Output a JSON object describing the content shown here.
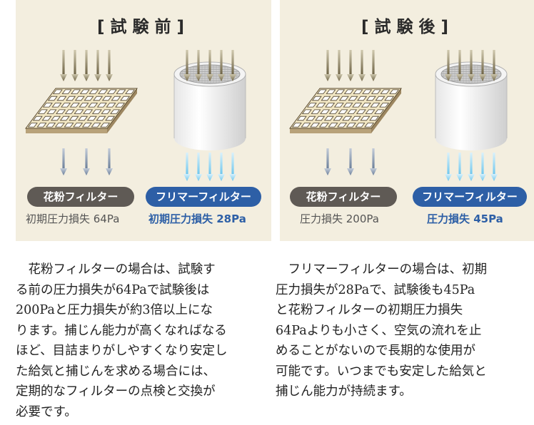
{
  "panels": [
    {
      "title": "[試験前]",
      "pollen_label": "花粉フィルター",
      "flimer_label": "フリマーフィルター",
      "pollen_loss": "初期圧力損失 64Pa",
      "flimer_loss": "初期圧力損失 28Pa"
    },
    {
      "title": "[試験後]",
      "pollen_label": "花粉フィルター",
      "flimer_label": "フリマーフィルター",
      "pollen_loss": "圧力損失 200Pa",
      "flimer_loss": "圧力損失 45Pa"
    }
  ],
  "colors": {
    "panel_bg": "#f3eedf",
    "pollen_pill": "#5f5a55",
    "flimer_pill": "#2d5fa6",
    "arrow_in": "#6d6244",
    "arrow_out_pollen": "#6a7e99",
    "arrow_out_flimer": "#6cc6ee"
  },
  "icons": [
    "down-arrow-icon",
    "pollen-filter-icon",
    "cylinder-filter-icon"
  ],
  "paragraphs": {
    "left": [
      "　花粉フィルターの場合は、試験す",
      "る前の圧力損失が64Paで試験後は",
      "200Paと圧力損失が約3倍以上にな",
      "ります。捕じん能力が高くなればなる",
      "ほど、目詰まりがしやすくなり安定し",
      "た給気と捕じんを求める場合には、",
      "定期的なフィルターの点検と交換が",
      "必要です。"
    ],
    "right": [
      "　フリマーフィルターの場合は、初期",
      "圧力損失が28Paで、試験後も45Pa",
      "と花粉フィルターの初期圧力損失",
      "64Paよりも小さく、空気の流れを止",
      "めることがないので長期的な使用が",
      "可能です。いつまでも安定した給気と",
      "捕じん能力が持続ます。"
    ]
  }
}
